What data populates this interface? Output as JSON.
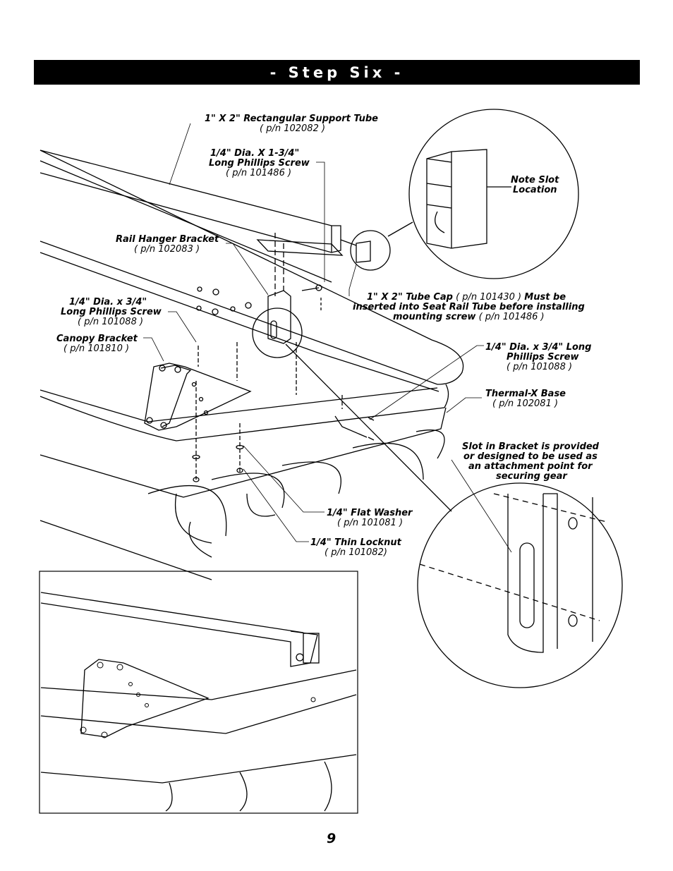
{
  "header": {
    "title": "- Step Six -"
  },
  "labels": {
    "support_tube": {
      "name": "1\" X 2\" Rectangular Support Tube",
      "pn": "( p/n 102082 )"
    },
    "long_screw": {
      "name_line1": "1/4\" Dia. X 1-3/4\"",
      "name_line2": "Long Phillips Screw",
      "pn": "( p/n 101486 )"
    },
    "rail_hanger": {
      "name": "Rail Hanger Bracket",
      "pn": "( p/n 102083 )"
    },
    "short_screw_left": {
      "name_line1": "1/4\" Dia. x 3/4\"",
      "name_line2": "Long Phillips Screw",
      "pn": "( p/n 101088 )"
    },
    "canopy_bracket": {
      "name": "Canopy Bracket",
      "pn": "( p/n 101810 )"
    },
    "note_slot": {
      "line1": "Note Slot",
      "line2": "Location"
    },
    "tube_cap": {
      "line1_name": "1\" X 2\" Tube Cap",
      "line1_pn": "( p/n 101430 )",
      "line1_rest": "Must be",
      "line2": "inserted into Seat Rail Tube before installing",
      "line3_text": "mounting screw",
      "line3_pn": "( p/n 101486 )"
    },
    "short_screw_right": {
      "name_line1": "1/4\" Dia. x 3/4\" Long",
      "name_line2": "Phillips Screw",
      "pn": "( p/n 101088  )"
    },
    "thermal_base": {
      "name": "Thermal-X Base",
      "pn": "( p/n 102081 )"
    },
    "slot_note": {
      "line1": "Slot in Bracket is provided",
      "line2": "or designed to be used as",
      "line3": "an attachment point for",
      "line4": "securing gear"
    },
    "flat_washer": {
      "name": "1/4\" Flat Washer",
      "pn": "( p/n 101081 )"
    },
    "thin_locknut": {
      "name": "1/4\" Thin Locknut",
      "pn": "( p/n 101082)"
    }
  },
  "page_number": "9"
}
